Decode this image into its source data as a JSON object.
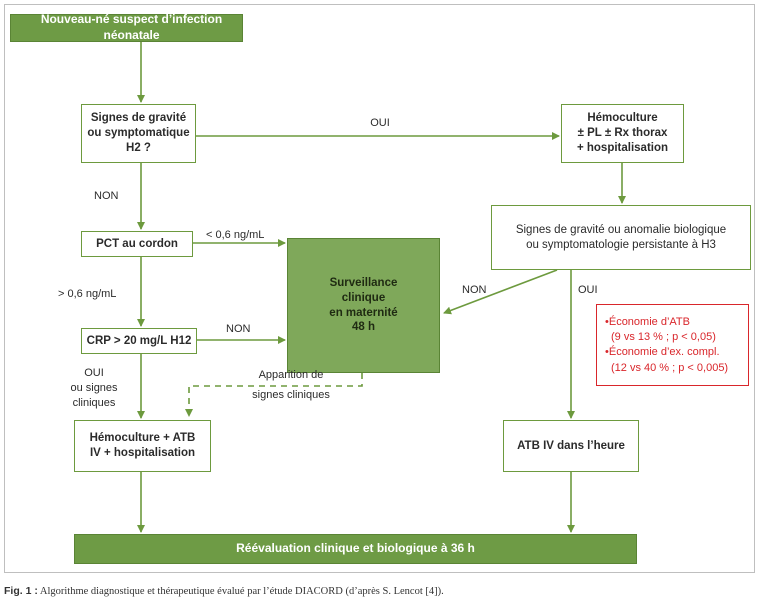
{
  "nodes": {
    "start": "Nouveau-né suspect d’infection néonatale",
    "gravite_h2": [
      "Signes de gravité",
      "ou symptomatique",
      "H2 ?"
    ],
    "hemoculture_pl": [
      "Hémoculture",
      "± PL ± Rx thorax",
      "+ hospitalisation"
    ],
    "gravite_h3": [
      "Signes de gravité ou anomalie biologique",
      "ou symptomatologie persistante à H3"
    ],
    "pct": "PCT au cordon",
    "surveillance": [
      "Surveillance",
      "clinique",
      "en maternité",
      "48 h"
    ],
    "crp": "CRP > 20 mg/L H12",
    "hemoculture_atb": [
      "Hémoculture + ATB",
      "IV + hospitalisation"
    ],
    "atb_iv": "ATB IV dans l’heure",
    "reevaluation": "Réévaluation clinique et biologique à 36 h"
  },
  "labels": {
    "oui_top": "OUI",
    "non_left": "NON",
    "pct_low": "< 0,6 ng/mL",
    "pct_high": "> 0,6 ng/mL",
    "non_crp": "NON",
    "oui_crp": [
      "OUI",
      "ou signes",
      "cliniques"
    ],
    "apparition": [
      "Apparition de",
      "signes cliniques"
    ],
    "non_h3": "NON",
    "oui_h3": "OUI"
  },
  "benefits": [
    "•Économie d’ATB",
    "(9 vs 13 % ; p < 0,05)",
    "•Économie d’ex. compl.",
    "(12 vs 40 % ; p < 0,005)"
  ],
  "caption": {
    "label": "Fig. 1 :",
    "text": "Algorithme diagnostique et thérapeutique évalué par l’étude DIACORD (d’après S. Lencot [4])."
  },
  "colors": {
    "green": "#6e9b45",
    "arrow": "#6d9a3e",
    "red": "#d9262b"
  }
}
